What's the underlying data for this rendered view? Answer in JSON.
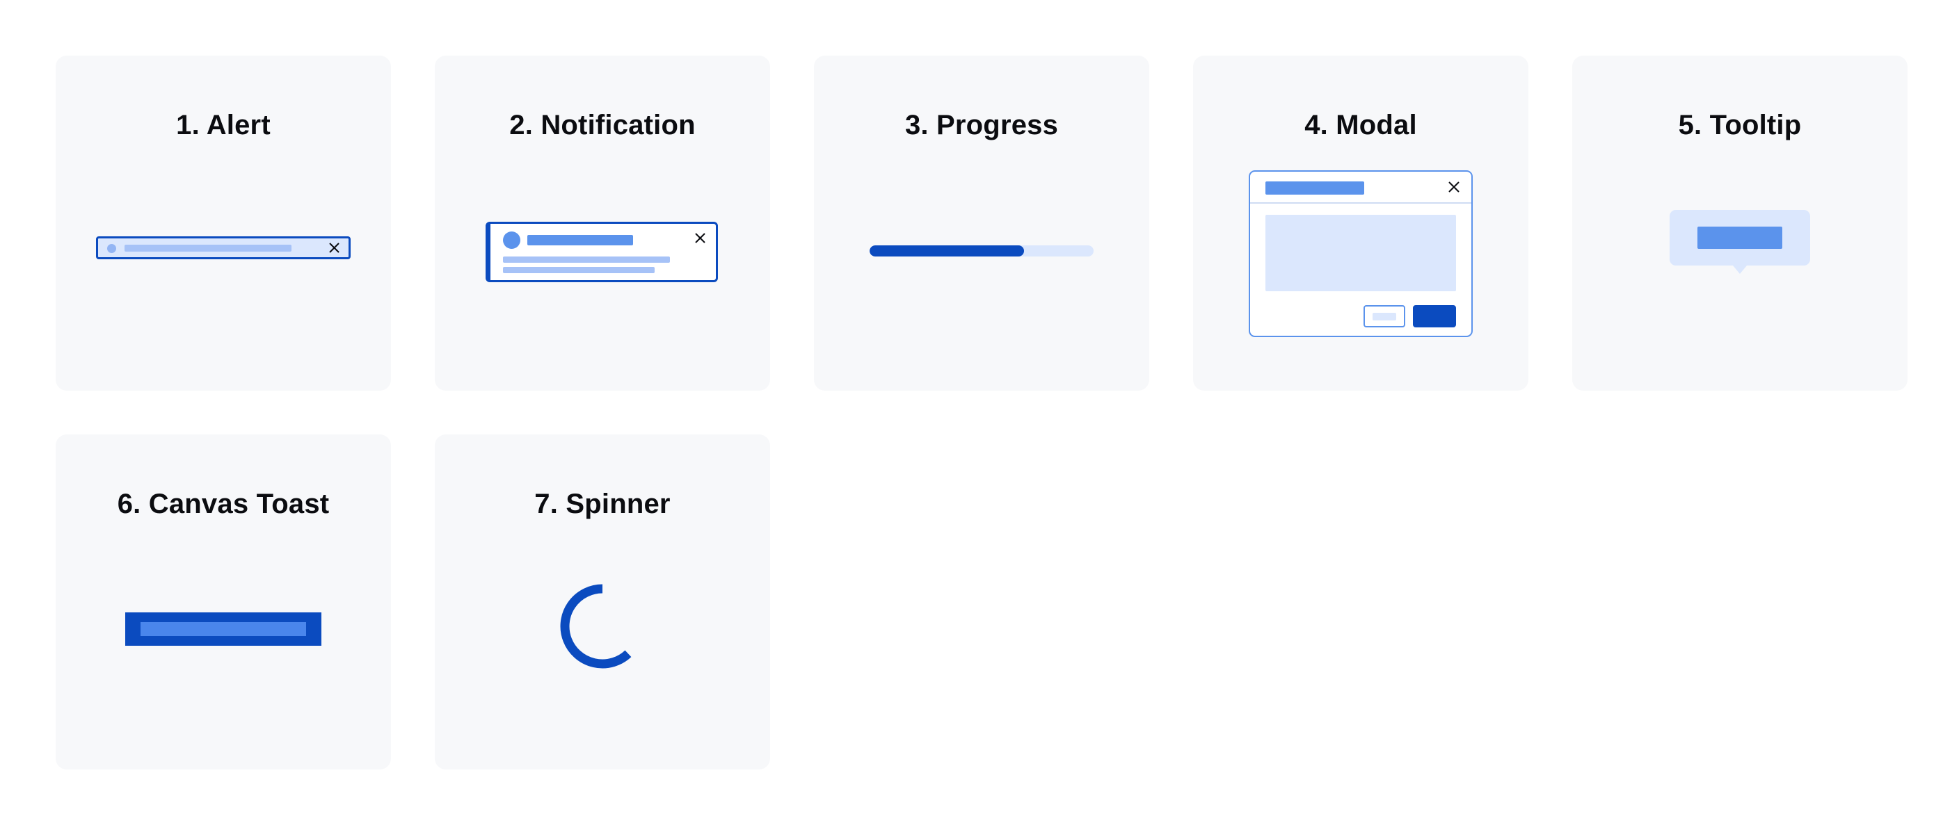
{
  "cards": [
    {
      "title": "1. Alert"
    },
    {
      "title": "2. Notification"
    },
    {
      "title": "3. Progress"
    },
    {
      "title": "4. Modal"
    },
    {
      "title": "5. Tooltip"
    },
    {
      "title": "6. Canvas Toast"
    },
    {
      "title": "7. Spinner"
    }
  ],
  "progress": {
    "value": 0.69
  },
  "spinner": {
    "arc_fraction": 0.62
  },
  "colors": {
    "card_bg": "#f7f8fa",
    "primary": "#0b4bbf",
    "accent": "#5b93ec",
    "light": "#a6c2f7",
    "pale": "#dbe7fd",
    "title_text": "#0b0c10"
  },
  "icons": [
    "close-icon"
  ]
}
